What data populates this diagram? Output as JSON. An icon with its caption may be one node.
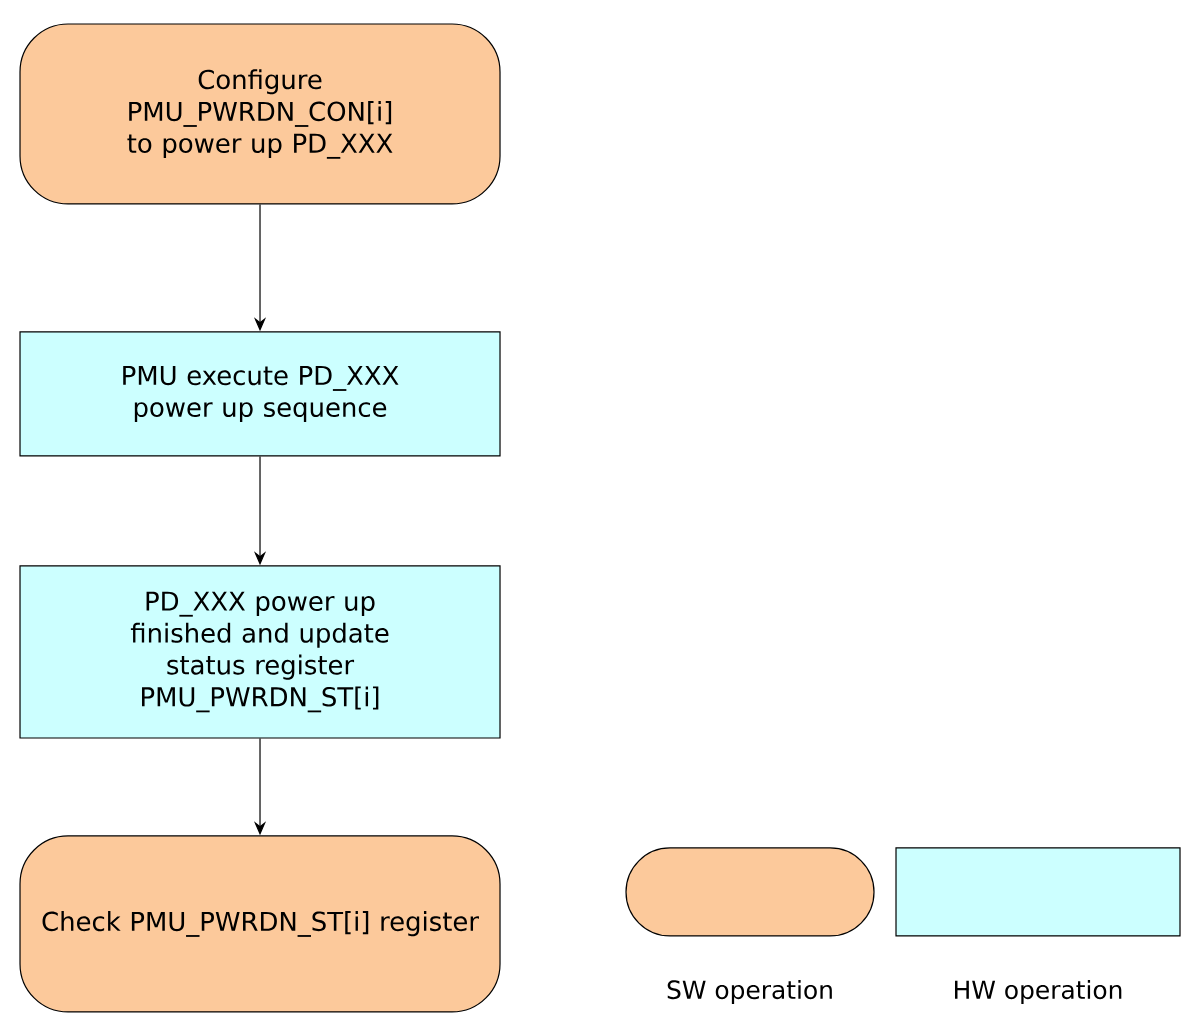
{
  "diagram": {
    "nodes": [
      {
        "text": [
          "Configure PMU_PWRDN_CON[i] to power up PD_XXX"
        ]
      },
      {
        "text": [
          "PMU execute PD_XXX power up sequence"
        ]
      },
      {
        "text": [
          "PD_XXX power up finished and update status register PMU_PWRDN_ST[i]"
        ]
      },
      {
        "text": [
          "Check PMU_PWRDN_ST[i] register"
        ]
      }
    ],
    "edges": [
      {
        "from": 0,
        "to": 1,
        "arrow": "to"
      },
      {
        "from": 1,
        "to": 2,
        "arrow": "to"
      },
      {
        "from": 2,
        "to": 3,
        "arrow": "to"
      }
    ],
    "legend": [
      {
        "text": "SW operation",
        "color": "#fcc99b"
      },
      {
        "text": "HW operation",
        "color": "#ccffff"
      }
    ]
  }
}
